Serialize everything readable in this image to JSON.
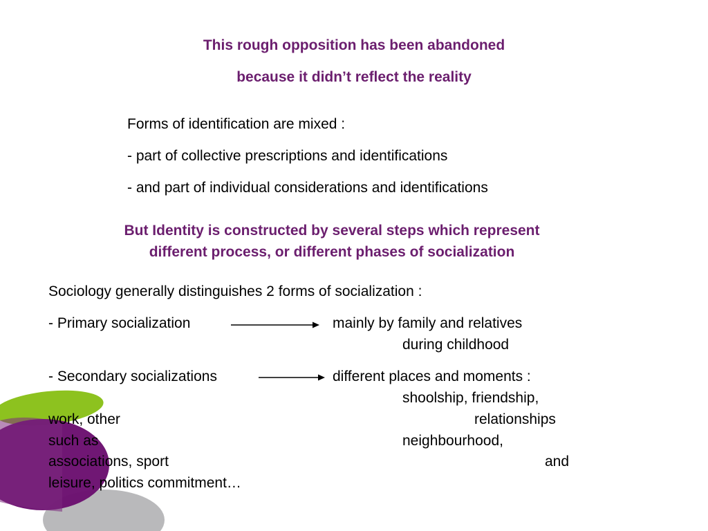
{
  "heading": {
    "line1": "This rough opposition has been abandoned",
    "line2": "because it didn’t reflect the reality"
  },
  "forms": {
    "intro": "Forms of identification are mixed :",
    "item1": "- part of collective prescriptions and identifications",
    "item2": "- and part of individual considerations and identifications"
  },
  "identity": {
    "line1": "But Identity is constructed by several steps which represent",
    "line2": "different process, or different phases of socialization"
  },
  "sociology": {
    "intro": "Sociology generally distinguishes 2 forms of socialization :",
    "primary": {
      "label": "- Primary socialization",
      "desc1": "mainly by family and relatives",
      "desc2": "during childhood"
    },
    "secondary": {
      "label": "- Secondary socializations",
      "desc1": "different places and moments :",
      "w1": "shoolship, friendship,",
      "w2a": "work, other",
      "w2b": "relationships",
      "w3a": "such as",
      "w3b": "neighbourhood,",
      "w4a": "associations, sport",
      "w4b": "and",
      "w5": "leisure, politics commitment…"
    }
  },
  "colors": {
    "heading": "#6b1e6e",
    "decoGreen": "#8dc21f",
    "decoPurple": "#6b0f6f",
    "decoGray": "#b9b9bb"
  }
}
